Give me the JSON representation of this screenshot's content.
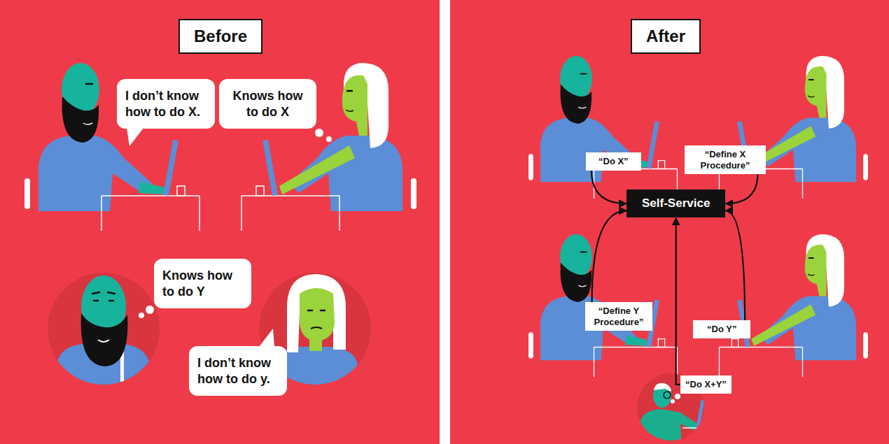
{
  "diagram": {
    "nodes": [
      {
        "text": [
          "Before"
        ]
      },
      {
        "text": [
          "I don’t know how to do X."
        ]
      },
      {
        "text": [
          "Knows how to do X"
        ]
      },
      {
        "text": [
          "Knows how to do Y"
        ]
      },
      {
        "text": [
          "I don’t know how to do y."
        ]
      },
      {
        "text": [
          "After"
        ]
      },
      {
        "text": [
          "“Do X”"
        ]
      },
      {
        "text": [
          "“Define X Procedure”"
        ]
      },
      {
        "text": [
          "Self-Service"
        ]
      },
      {
        "text": [
          "“Define Y Procedure”"
        ]
      },
      {
        "text": [
          "“Do Y”"
        ]
      },
      {
        "text": [
          "“Do X+Y”"
        ]
      }
    ],
    "edges": [
      {
        "from": 6,
        "to": 8,
        "arrow": "to"
      },
      {
        "from": 7,
        "to": 8,
        "arrow": "to"
      },
      {
        "from": 9,
        "to": 8,
        "arrow": "to"
      },
      {
        "from": 10,
        "to": 8,
        "arrow": "to"
      },
      {
        "from": 11,
        "to": 8,
        "arrow": "to"
      }
    ]
  }
}
